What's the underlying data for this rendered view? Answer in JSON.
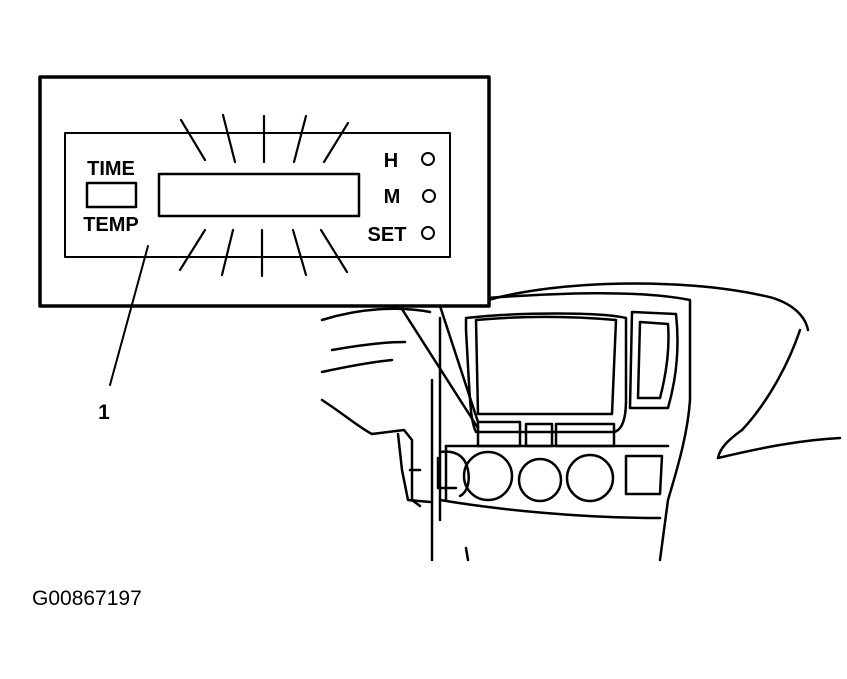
{
  "panel": {
    "label_time": "TIME",
    "label_temp": "TEMP",
    "label_h": "H",
    "label_m": "M",
    "label_set": "SET"
  },
  "callout": {
    "number": "1"
  },
  "figure_id": "G00867197",
  "colors": {
    "ink": "#000000",
    "paper": "#ffffff"
  }
}
